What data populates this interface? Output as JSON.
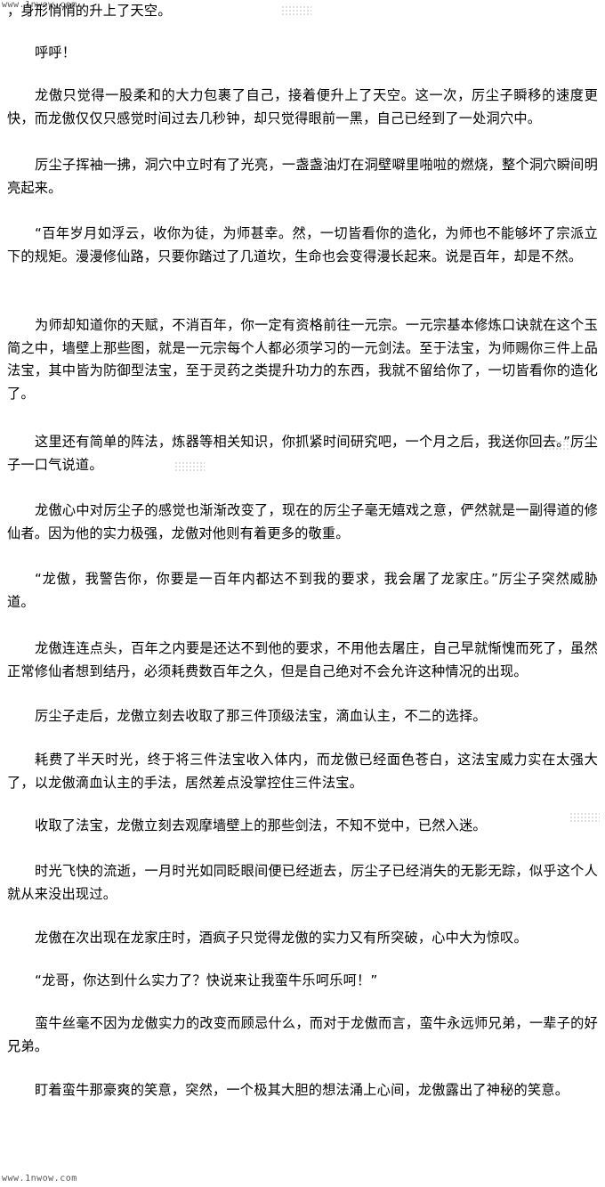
{
  "watermark": {
    "top": "www.1nwow.com",
    "bottom": "www.1nwow.com"
  },
  "paragraphs": [
    "，身形悄悄的升上了天空。",
    "呼呼！",
    "龙傲只觉得一股柔和的大力包裹了自己，接着便升上了天空。这一次，厉尘子瞬移的速度更快，而龙傲仅仅只感觉时间过去几秒钟，却只觉得眼前一黑，自己已经到了一处洞穴中。",
    "厉尘子挥袖一拂，洞穴中立时有了光亮，一盏盏油灯在洞壁噼里啪啦的燃烧，整个洞穴瞬间明亮起来。",
    "“百年岁月如浮云，收你为徒，为师甚幸。然，一切皆看你的造化，为师也不能够坏了宗派立下的规矩。漫漫修仙路，只要你踏过了几道坎，生命也会变得漫长起来。说是百年，却是不然。",
    "为师却知道你的天赋，不消百年，你一定有资格前往一元宗。一元宗基本修炼口诀就在这个玉简之中，墙壁上那些图，就是一元宗每个人都必须学习的一元剑法。至于法宝，为师赐你三件上品法宝，其中皆为防御型法宝，至于灵药之类提升功力的东西，我就不留给你了，一切皆看你的造化了。",
    "这里还有简单的阵法，炼器等相关知识，你抓紧时间研究吧，一个月之后，我送你回去。”厉尘子一口气说道。",
    "龙傲心中对厉尘子的感觉也渐渐改变了，现在的厉尘子毫无嬉戏之意，俨然就是一副得道的修仙者。因为他的实力极强，龙傲对他则有着更多的敬重。",
    "“龙傲，我警告你，你要是一百年内都达不到我的要求，我会屠了龙家庄。”厉尘子突然威胁道。",
    "龙傲连连点头，百年之内要是还达不到他的要求，不用他去屠庄，自己早就惭愧而死了，虽然正常修仙者想到结丹，必须耗费数百年之久，但是自己绝对不会允许这种情况的出现。",
    "厉尘子走后，龙傲立刻去收取了那三件顶级法宝，滴血认主，不二的选择。",
    "耗费了半天时光，终于将三件法宝收入体内，而龙傲已经面色苍白，这法宝威力实在太强大了，以龙傲滴血认主的手法，居然差点没掌控住三件法宝。",
    "收取了法宝，龙傲立刻去观摩墙壁上的那些剑法，不知不觉中，已然入迷。",
    "时光飞快的流逝，一月时光如同眨眼间便已经逝去，厉尘子已经消失的无影无踪，似乎这个人就从来没出现过。",
    "龙傲在次出现在龙家庄时，酒疯子只觉得龙傲的实力又有所突破，心中大为惊叹。",
    "“龙哥，你达到什么实力了？快说来让我蛮牛乐呵乐呵！”",
    "蛮牛丝毫不因为龙傲实力的改变而顾忌什么，而对于龙傲而言，蛮牛永远师兄弟，一辈子的好兄弟。",
    "盯着蛮牛那豪爽的笑意，突然，一个极其大胆的想法涌上心间，龙傲露出了神秘的笑意。"
  ]
}
